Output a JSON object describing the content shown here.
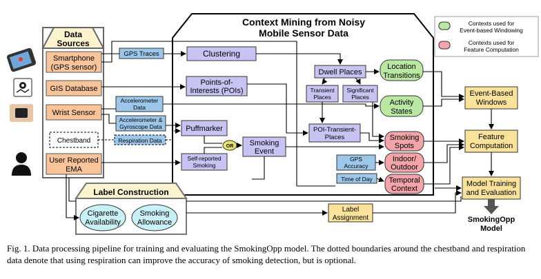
{
  "header": {
    "title_line1": "Context Mining from Noisy",
    "title_line2": "Mobile Sensor Data"
  },
  "legend": {
    "green_line1": "Contexts used for",
    "green_line2": "Event-based Windowing",
    "red_line1": "Contexts used for",
    "red_line2": "Feature Computation",
    "colors": {
      "green": "#b9e8a3",
      "red": "#f3a4a8"
    }
  },
  "data_sources": {
    "title_line1": "Data",
    "title_line2": "Sources",
    "smartphone_line1": "Smartphone",
    "smartphone_line2": "(GPS sensor)",
    "gis": "GIS Database",
    "wrist": "Wrist Sensor",
    "chestband": "Chestband",
    "ema_line1": "User Reported",
    "ema_line2": "EMA"
  },
  "data_labels": {
    "gps_traces": "GPS Traces",
    "accel_line1": "Accelerometer",
    "accel_line2": "Data",
    "accel_gyro_line1": "Accelerometer &",
    "accel_gyro_line2": "Gyroscope Data",
    "respiration": "Respiration Data",
    "gps_accuracy_line1": "GPS",
    "gps_accuracy_line2": "Accuracy",
    "time_of_day": "Time of Day"
  },
  "processes": {
    "clustering": "Clustering",
    "poi_line1": "Points-of-",
    "poi_line2": "Interests (POIs)",
    "puffmarker": "Puffmarker",
    "self_reported_line1": "Self-reported",
    "self_reported_line2": "Smoking",
    "or": "OR",
    "smoking_event_line1": "Smoking",
    "smoking_event_line2": "Event",
    "dwell_places": "Dwell Places",
    "transient_line1": "Transient",
    "transient_line2": "Places",
    "significant_line1": "Significant",
    "significant_line2": "Places",
    "poi_transient_line1": "POI-Transient-",
    "poi_transient_line2": "Places"
  },
  "contexts": {
    "location_line1": "Location",
    "location_line2": "Transitions",
    "activity_line1": "Activity",
    "activity_line2": "States",
    "smoking_spots_line1": "Smoking",
    "smoking_spots_line2": "Spots",
    "indoor_line1": "Indoor/",
    "indoor_line2": "Outdoor",
    "temporal_line1": "Temporal",
    "temporal_line2": "Context"
  },
  "pipeline": {
    "event_windows_line1": "Event-Based",
    "event_windows_line2": "Windows",
    "feature_line1": "Feature",
    "feature_line2": "Computation",
    "training_line1": "Model Training",
    "training_line2": "and Evaluation",
    "label_assignment_line1": "Label",
    "label_assignment_line2": "Assignment",
    "model_line1": "SmokingOpp",
    "model_line2": "Model"
  },
  "label_construction": {
    "title": "Label Construction",
    "cigarette_line1": "Cigarette",
    "cigarette_line2": "Availability",
    "allowance_line1": "Smoking",
    "allowance_line2": "Allowance"
  },
  "caption": {
    "text": "Fig. 1. Data processing pipeline for training and evaluating the SmokingOpp model. The dotted boundaries around the chestband and respiration data denote that using respiration can improve the accuracy of smoking detection, but is optional."
  }
}
